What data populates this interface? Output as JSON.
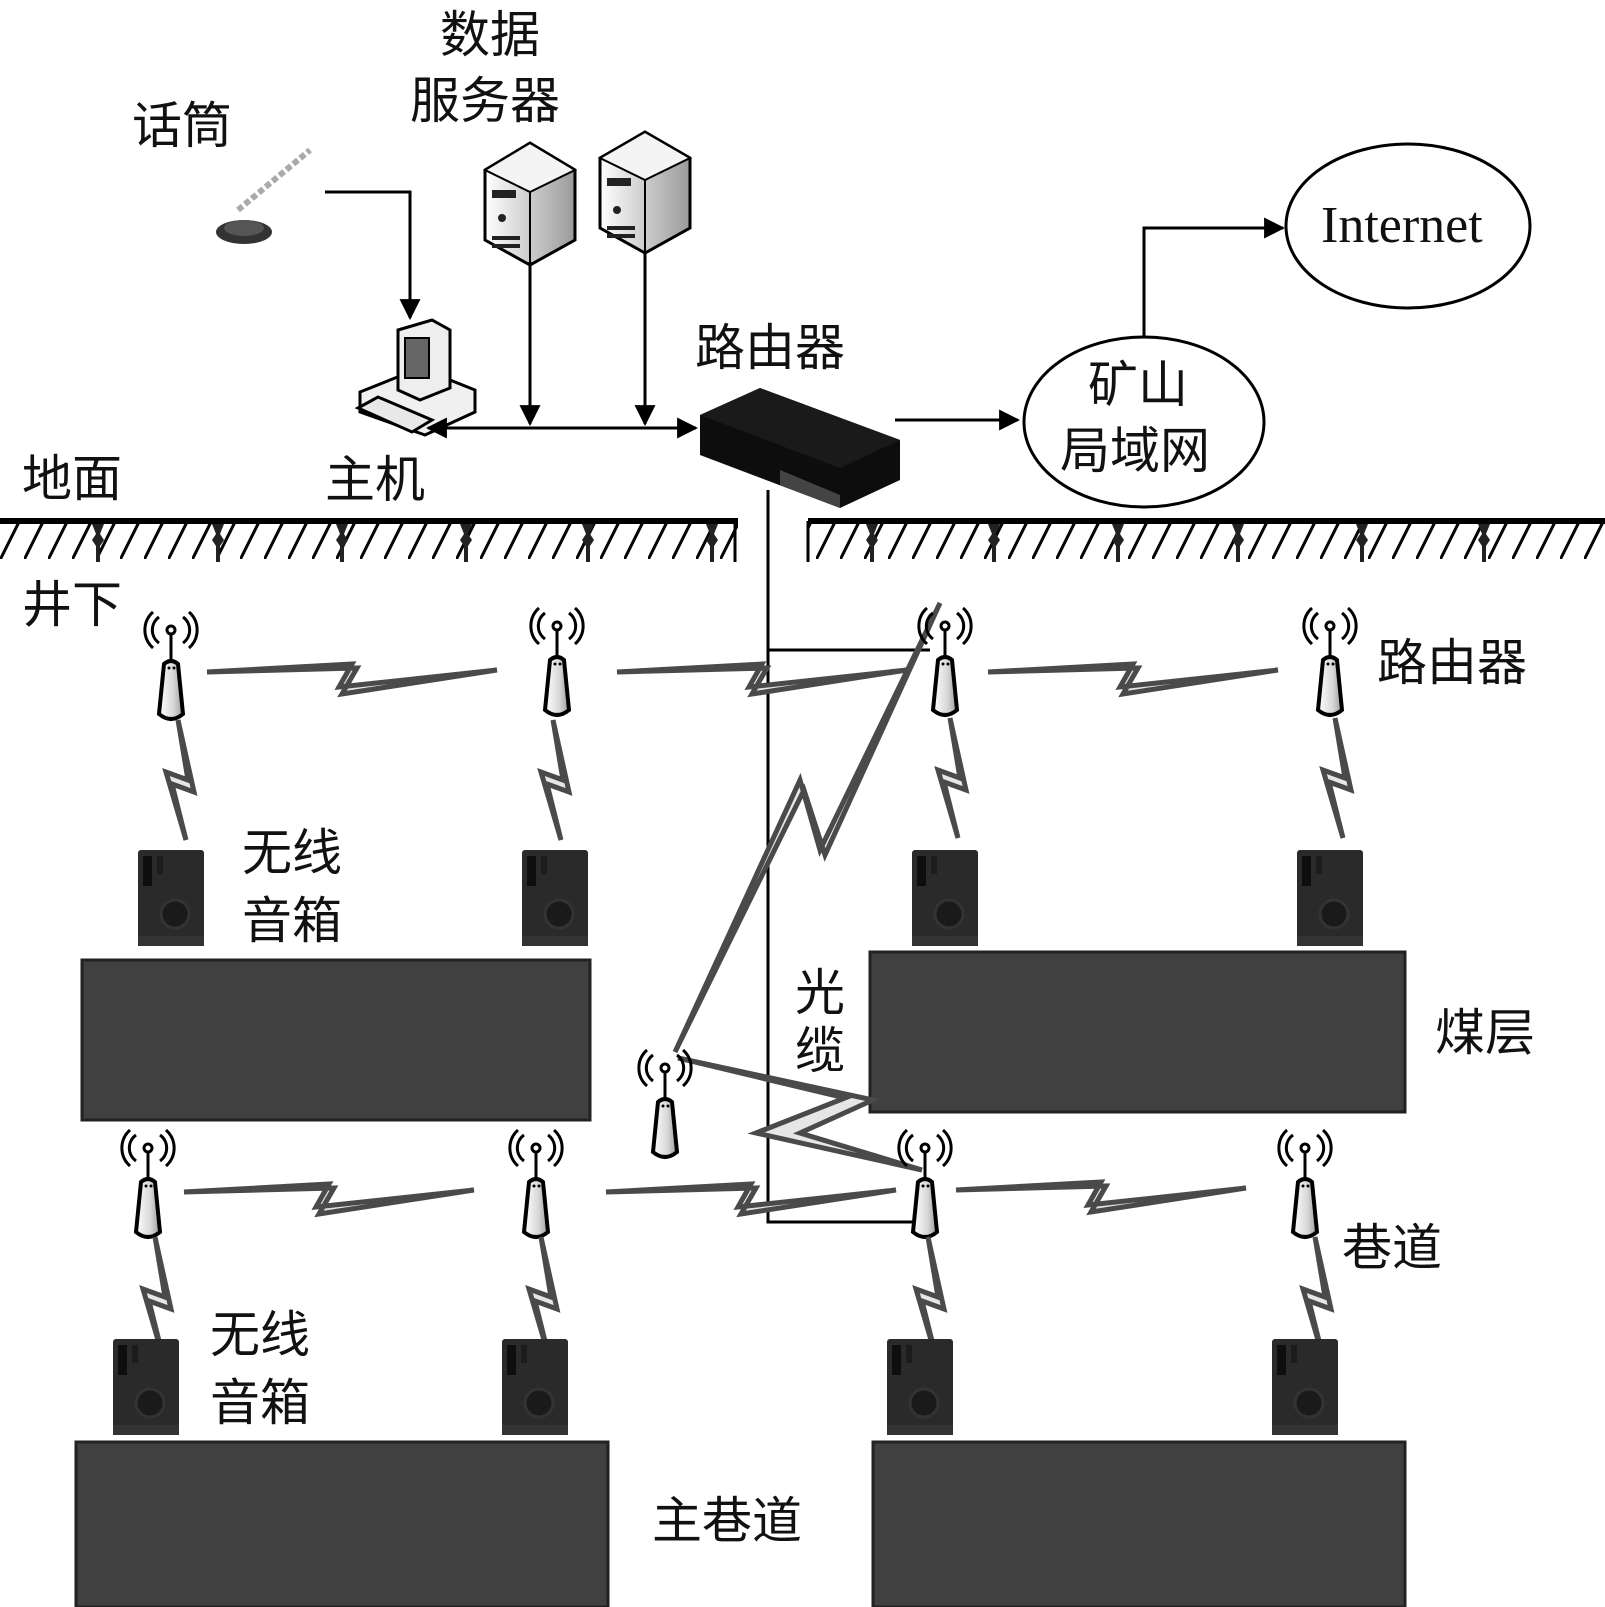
{
  "title": "Mine wireless broadcast network architecture",
  "colors": {
    "background": "#ffffff",
    "coal_block": "#404040",
    "bolt_fill": "#e6e6e6",
    "bolt_stroke": "#4a4a4a",
    "line": "#000000"
  },
  "labels": {
    "microphone": "话筒",
    "data_server_line1": "数据",
    "data_server_line2": "服务器",
    "host": "主机",
    "surface_router": "路由器",
    "mine_lan_line1": "矿山",
    "mine_lan_line2": "局域网",
    "internet": "Internet",
    "ground_surface": "地面",
    "underground": "井下",
    "underground_router": "路由器",
    "wireless_speaker_1_line1": "无线",
    "wireless_speaker_1_line2": "音箱",
    "wireless_speaker_2_line1": "无线",
    "wireless_speaker_2_line2": "音箱",
    "optical_cable_line1": "光",
    "optical_cable_line2": "缆",
    "coal_seam": "煤层",
    "roadway": "巷道",
    "main_roadway": "主巷道"
  },
  "nodes": {
    "surface": [
      "microphone",
      "data-server-1",
      "data-server-2",
      "host-computer",
      "surface-router",
      "mine-lan",
      "internet"
    ],
    "underground_routers_upper": 4,
    "underground_routers_lower": 4,
    "relay_router": 1,
    "speakers_upper": 4,
    "speakers_lower": 4
  },
  "icons": {
    "microphone": "microphone-icon",
    "server": "server-tower-icon",
    "host": "desktop-computer-icon",
    "router": "network-router-icon",
    "wireless_ap": "wireless-access-point-icon",
    "speaker": "speaker-icon",
    "wireless_link": "lightning-bolt-link-icon"
  }
}
